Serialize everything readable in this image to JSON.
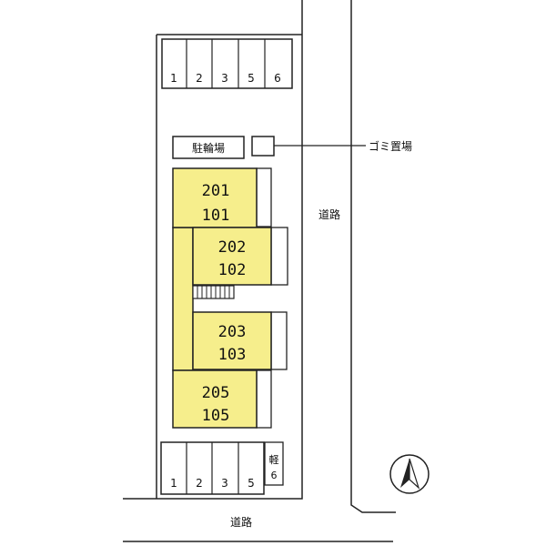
{
  "parking_top": [
    "1",
    "2",
    "3",
    "5",
    "6"
  ],
  "parking_bottom": [
    "1",
    "2",
    "3",
    "5"
  ],
  "parking_bottom_kei": {
    "label": "軽",
    "number": "6"
  },
  "bicycle_parking": "駐輪場",
  "garbage_area": "ゴミ置場",
  "road_right": "道路",
  "road_bottom": "道路",
  "units": [
    {
      "upper": "201",
      "lower": "101"
    },
    {
      "upper": "202",
      "lower": "102"
    },
    {
      "upper": "203",
      "lower": "103"
    },
    {
      "upper": "205",
      "lower": "105"
    }
  ],
  "north_arrow_icon": "north-arrow-icon",
  "colors": {
    "building": "#f6ee8c",
    "line": "#222222"
  }
}
